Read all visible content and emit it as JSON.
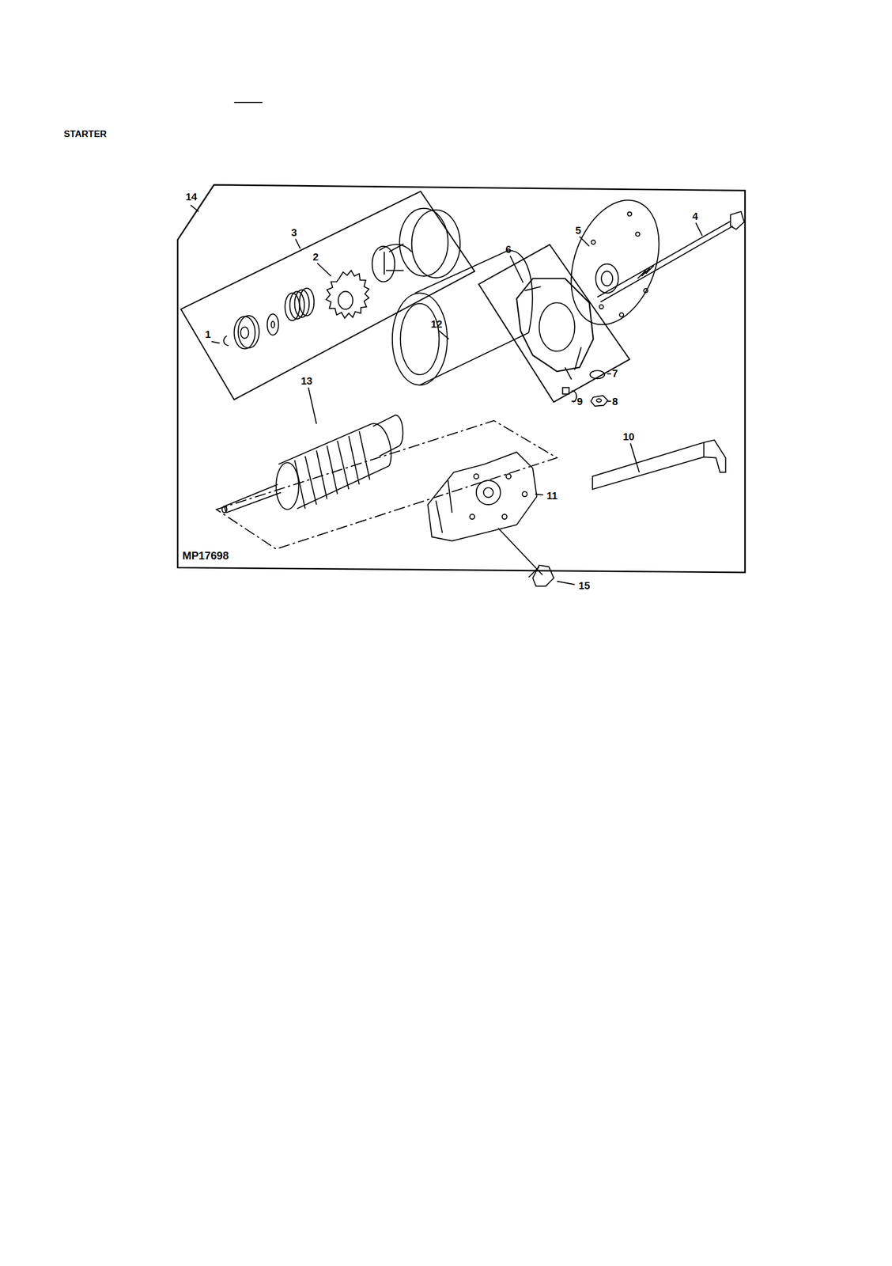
{
  "diagram": {
    "title": "STARTER",
    "labels": [
      "14",
      "3",
      "2",
      "1",
      "12",
      "6",
      "5",
      "4",
      "13",
      "7",
      "9",
      "8",
      "10",
      "11",
      "MP17698",
      "15"
    ]
  }
}
